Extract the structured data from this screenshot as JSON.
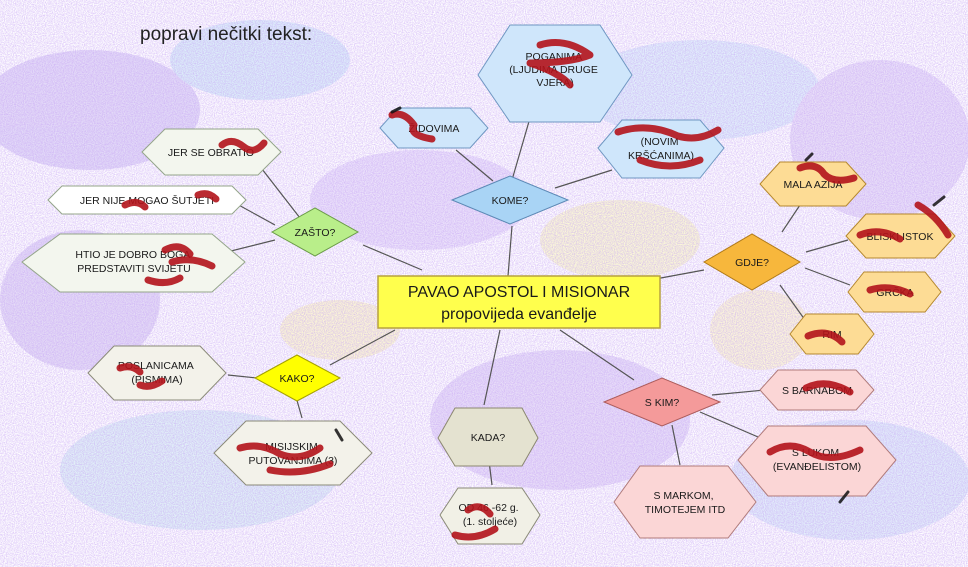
{
  "instruction": "popravi nečitki tekst:",
  "center": {
    "line1": "PAVAO APOSTOL I MISIONAR",
    "line2": "propovijeda evanđelje"
  },
  "hubs": {
    "zasto": "ZAŠTO?",
    "kome": "KOME?",
    "gdje": "GDJE?",
    "kako": "KAKO?",
    "kada": "KADA?",
    "skim": "S KIM?"
  },
  "leaves": {
    "zasto_1": [
      "JER SE OBRATIO"
    ],
    "zasto_2": [
      "JER NIJE MOGAO ŠUTJETI"
    ],
    "zasto_3": [
      "HTIO JE DOBRO BOGA",
      "PREDSTAVITI SVIJETU"
    ],
    "kome_1": [
      "POGANIMA",
      "(LJUDIMA DRUGE",
      "VJERA)"
    ],
    "kome_2": [
      "ŽIDOVIMA"
    ],
    "kome_3": [
      "(NOVIM",
      "KRŠĆANIMA)"
    ],
    "gdje_1": [
      "MALA AZIJA"
    ],
    "gdje_2": [
      "BLISKI ISTOK"
    ],
    "gdje_3": [
      "GRČKA"
    ],
    "gdje_4": [
      "RIM"
    ],
    "kako_1": [
      "POSLANICAMA",
      "(PISMIMA)"
    ],
    "kako_2": [
      "MISIJSKIM",
      "PUTOVANJIMA (3)"
    ],
    "kada_1": [
      "OD 46.-62 g.",
      "(1. stoljeće)"
    ],
    "skim_1": [
      "S BARNABOM"
    ],
    "skim_2": [
      "S LUKOM",
      "(EVANĐELISTOM)"
    ],
    "skim_3": [
      "S MARKOM,",
      "TIMOTEJEM ITD"
    ]
  },
  "colors": {
    "green_hub": "#b9ee8a",
    "blue_hub": "#a9d4f5",
    "orange_hub": "#f7b73c",
    "yellow_hub": "#ffff00",
    "grey_hub": "#e4e2d0",
    "pink_hub": "#f49a9a",
    "center_fill": "#ffff4d",
    "center_stroke": "#b7a23e",
    "green_leaf": "#f3f6ee",
    "blue_leaf": "#cfe6fb",
    "orange_leaf": "#fddc95",
    "grey_leaf": "#f1f0e6",
    "pink_leaf": "#fbd6d6",
    "scribble": "#b3131b"
  }
}
